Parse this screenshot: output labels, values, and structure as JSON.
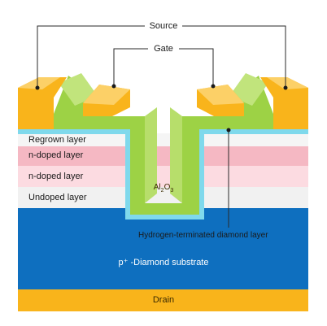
{
  "labels": {
    "source": "Source",
    "gate": "Gate",
    "regrown_layer": "Regrown layer",
    "n_doped_layer_1": "n-doped layer",
    "n_doped_layer_2": "n-doped layer",
    "undoped_layer": "Undoped layer",
    "oxide": "Al2O3",
    "h_terminated_layer": "Hydrogen-terminated diamond layer",
    "substrate": "p⁺ -Diamond substrate",
    "drain": "Drain"
  },
  "colors": {
    "metal": "#f9b41b",
    "oxide": "#9dd245",
    "h_layer": "#7fd9ec",
    "substrate": "#0e6fbf",
    "regrown": "#f5f5f5",
    "n_doped": "#f5b8c3",
    "n_doped_light": "#fcdbe1",
    "undoped": "#f1f1f1"
  }
}
